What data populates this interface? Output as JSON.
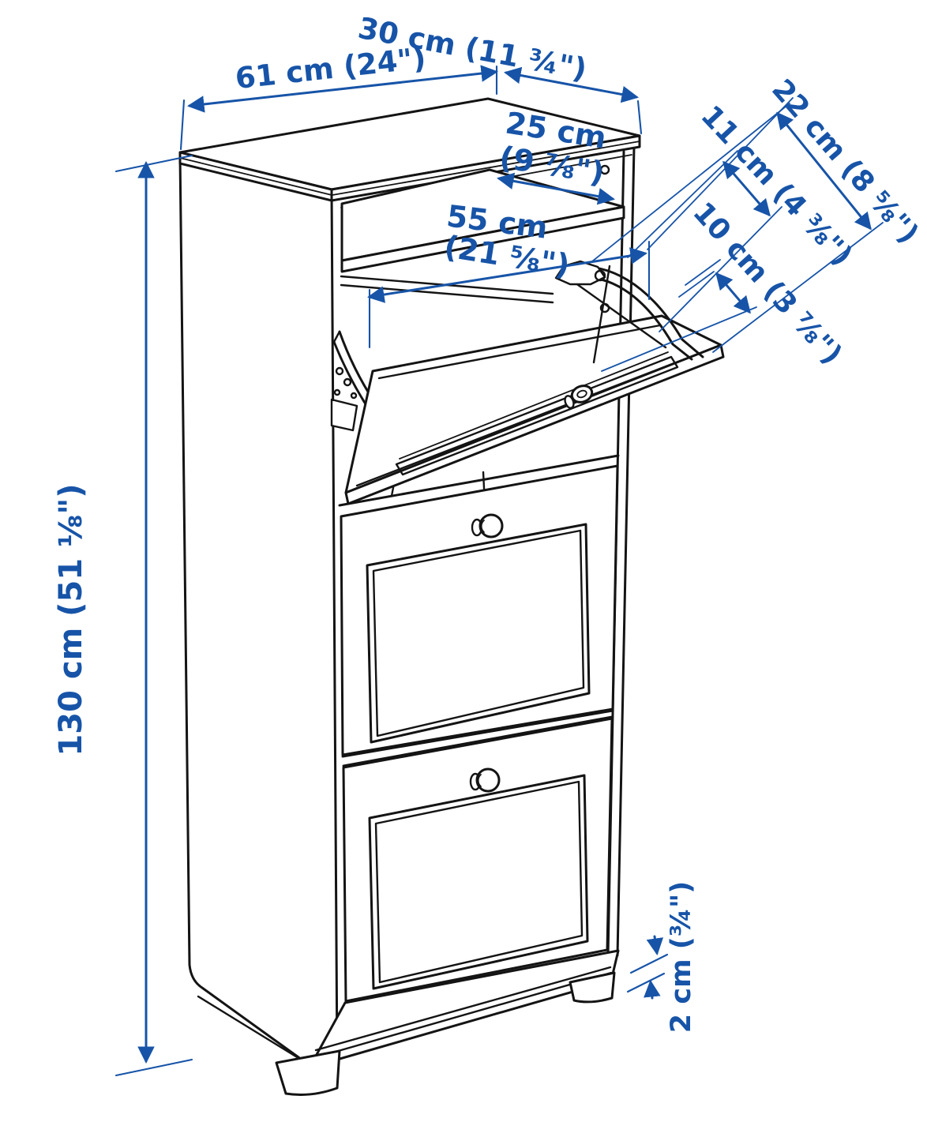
{
  "diagram": {
    "kind": "furniture dimension line drawing",
    "subject": "shoe cabinet with 3 tilting compartments, top compartment shown open",
    "accent_color": "#1754a8",
    "line_color": "#141414",
    "background_color": "#ffffff",
    "dimensions": {
      "overall_width": "61 cm (24\")",
      "overall_depth": "30 cm (11 ¾\")",
      "top_shelf_depth_line1": "25 cm",
      "top_shelf_depth_line2": "(9 ⅞\")",
      "inner_width_line1": "55 cm",
      "inner_width_line2": "(21 ⅝\")",
      "flap_clearance_upper": "11 cm (4 ⅜\")",
      "flap_clearance_outer": "22 cm (8 ⅝\")",
      "flap_clearance_lower": "10 cm (3 ⅞\")",
      "overall_height": "130 cm (51 ⅛\")",
      "plinth_height": "2 cm (¾\")"
    }
  }
}
